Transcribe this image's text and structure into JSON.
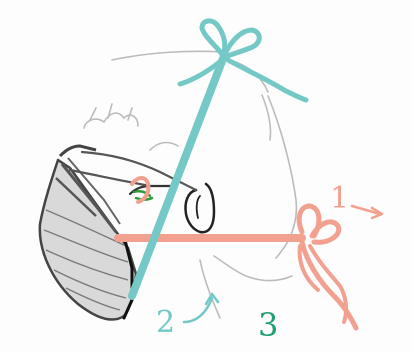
{
  "diagram": {
    "steps": [
      {
        "number": "1",
        "color": "#f2a08f"
      },
      {
        "number": "2",
        "color": "#74c9c6"
      },
      {
        "number": "3",
        "color": "#1f9f6e"
      }
    ],
    "colors": {
      "upper_tie": "#74c9c6",
      "lower_tie": "#f2a08f",
      "mask_outline": "#444444",
      "mask_fill": "#d8d8d8",
      "ear_loop": "#222222",
      "nose_clip": "#2e9b3a",
      "sketch": "#b8b8b8"
    },
    "icons": [
      "face-mask-icon",
      "ear-icon",
      "head-outline"
    ]
  }
}
